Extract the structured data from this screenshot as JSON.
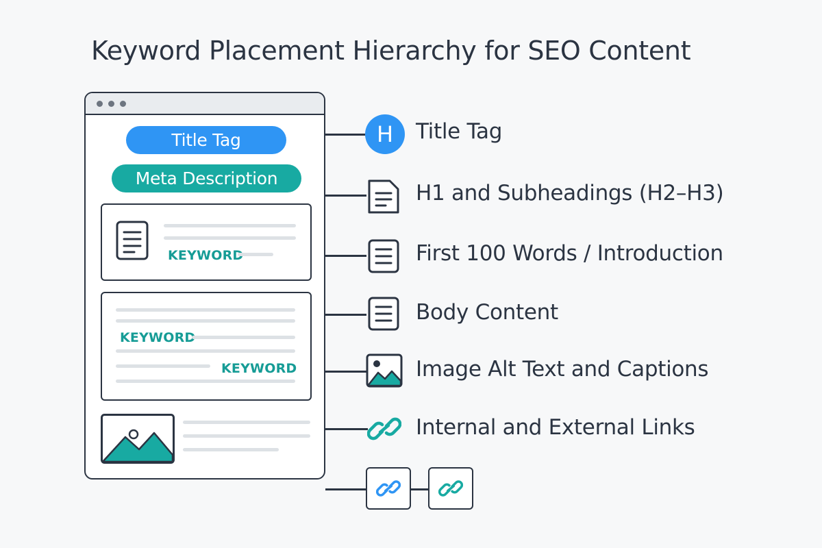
{
  "title": "Keyword Placement Hierarchy for SEO Content",
  "browser": {
    "title_pill": "Title Tag",
    "meta_pill": "Meta Description",
    "keyword_labels": [
      "KEYWORD",
      "KEYWORD",
      "KEYWORD"
    ]
  },
  "hierarchy": [
    {
      "label": "Title Tag",
      "icon": "h-badge-icon",
      "badge_text": "H"
    },
    {
      "label": "H1 and Subheadings (H2–H3)",
      "icon": "document-icon"
    },
    {
      "label": "First 100 Words / Introduction",
      "icon": "document-icon"
    },
    {
      "label": "Body Content",
      "icon": "document-icon"
    },
    {
      "label": "Image Alt Text and Captions",
      "icon": "image-icon"
    },
    {
      "label": "Internal and External Links",
      "icon": "link-icon"
    }
  ],
  "colors": {
    "blue": "#2f95f4",
    "teal": "#18aaa2",
    "outline": "#2b3442",
    "placeholder_line": "#dde1e5"
  }
}
